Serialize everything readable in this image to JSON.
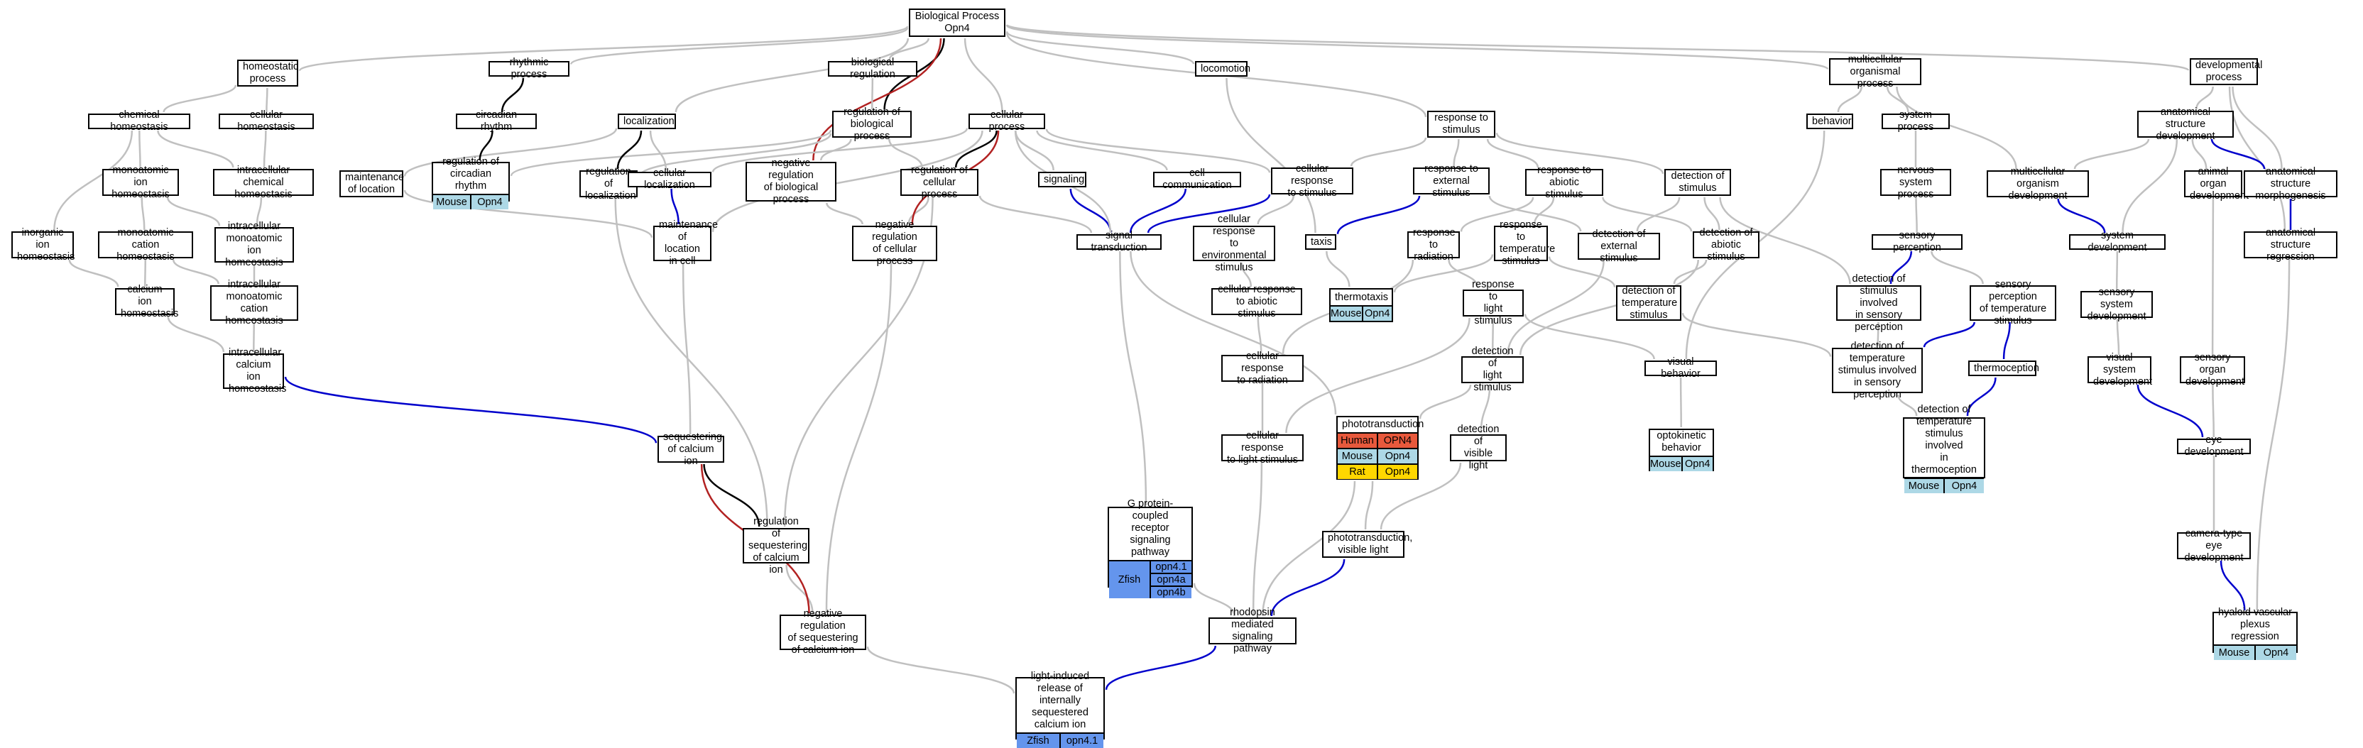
{
  "colors": {
    "is_a": "#c0c0c0",
    "part_of": "#000000",
    "positively_regulates": "#0000cc",
    "negatively_regulates": "#b22222",
    "mouse": "#add8e6",
    "human": "#e8593c",
    "rat": "#ffd700",
    "zfish": "#6495ed"
  },
  "nodes": [
    {
      "id": "bp",
      "label": "Biological Process\nOpn4"
    },
    {
      "id": "homeostatic",
      "label": "homeostatic\nprocess"
    },
    {
      "id": "rhythmic",
      "label": "rhythmic process"
    },
    {
      "id": "bioreg",
      "label": "biological regulation"
    },
    {
      "id": "locomotion",
      "label": "locomotion"
    },
    {
      "id": "multicell",
      "label": "multicellular\norganismal process"
    },
    {
      "id": "devproc",
      "label": "developmental\nprocess"
    },
    {
      "id": "chemhomeo",
      "label": "chemical homeostasis"
    },
    {
      "id": "cellhomeo",
      "label": "cellular homeostasis"
    },
    {
      "id": "circadian",
      "label": "circadian rhythm"
    },
    {
      "id": "localization",
      "label": "localization"
    },
    {
      "id": "regbio",
      "label": "regulation of\nbiological process"
    },
    {
      "id": "cellproc",
      "label": "cellular process"
    },
    {
      "id": "respstim",
      "label": "response to\nstimulus"
    },
    {
      "id": "behavior",
      "label": "behavior"
    },
    {
      "id": "sysproc",
      "label": "system process"
    },
    {
      "id": "asdev",
      "label": "anatomical structure\ndevelopment"
    },
    {
      "id": "monoionhomeo",
      "label": "monoatomic ion\nhomeostasis"
    },
    {
      "id": "intrachem",
      "label": "intracellular\nchemical homeostasis"
    },
    {
      "id": "maintloc",
      "label": "maintenance\nof location"
    },
    {
      "id": "regcirc",
      "label": "regulation of\ncircadian rhythm",
      "species": [
        [
          "Mouse",
          "Opn4",
          "mouse"
        ]
      ]
    },
    {
      "id": "regloc",
      "label": "regulation of\nlocalization"
    },
    {
      "id": "cellloc",
      "label": "cellular localization"
    },
    {
      "id": "negregbio",
      "label": "negative regulation\nof biological\nprocess"
    },
    {
      "id": "regcell",
      "label": "regulation of\ncellular process"
    },
    {
      "id": "signaling",
      "label": "signaling"
    },
    {
      "id": "cellcomm",
      "label": "cell communication"
    },
    {
      "id": "cellresp",
      "label": "cellular response\nto stimulus"
    },
    {
      "id": "respext",
      "label": "response to\nexternal stimulus"
    },
    {
      "id": "respabio",
      "label": "response to\nabiotic stimulus"
    },
    {
      "id": "detstim",
      "label": "detection of\nstimulus"
    },
    {
      "id": "nervsys",
      "label": "nervous system\nprocess"
    },
    {
      "id": "multidev",
      "label": "multicellular\norganism development"
    },
    {
      "id": "animorg",
      "label": "animal organ\ndevelopment"
    },
    {
      "id": "asmorph",
      "label": "anatomical structure\nmorphogenesis"
    },
    {
      "id": "inorgion",
      "label": "inorganic ion\nhomeostasis"
    },
    {
      "id": "monocat",
      "label": "monoatomic cation\nhomeostasis"
    },
    {
      "id": "intramonoion",
      "label": "intracellular\nmonoatomic ion\nhomeostasis"
    },
    {
      "id": "maintloccell",
      "label": "maintenance\nof location\nin cell"
    },
    {
      "id": "negregcell",
      "label": "negative regulation\nof cellular\nprocess"
    },
    {
      "id": "sigtrans",
      "label": "signal transduction"
    },
    {
      "id": "cellrespenv",
      "label": "cellular response\nto environmental\nstimulus"
    },
    {
      "id": "taxis",
      "label": "taxis"
    },
    {
      "id": "resprad",
      "label": "response to\nradiation"
    },
    {
      "id": "resptemp",
      "label": "response to\ntemperature\nstimulus"
    },
    {
      "id": "detext",
      "label": "detection of\nexternal stimulus"
    },
    {
      "id": "detabio",
      "label": "detection of\nabiotic stimulus"
    },
    {
      "id": "sensperc",
      "label": "sensory perception"
    },
    {
      "id": "sysdev",
      "label": "system development"
    },
    {
      "id": "asregress",
      "label": "anatomical structure\nregression"
    },
    {
      "id": "caionhomeo",
      "label": "calcium ion\nhomeostasis"
    },
    {
      "id": "intramonocat",
      "label": "intracellular\nmonoatomic cation\nhomeostasis"
    },
    {
      "id": "cellrespabio",
      "label": "cellular response\nto abiotic stimulus"
    },
    {
      "id": "thermotaxis",
      "label": "thermotaxis",
      "species": [
        [
          "Mouse",
          "Opn4",
          "mouse"
        ]
      ]
    },
    {
      "id": "resplight",
      "label": "response to\nlight stimulus"
    },
    {
      "id": "dettemp",
      "label": "detection of\ntemperature\nstimulus"
    },
    {
      "id": "detsens",
      "label": "detection of\nstimulus involved\nin sensory perception"
    },
    {
      "id": "sensperctemp",
      "label": "sensory perception\nof temperature\nstimulus"
    },
    {
      "id": "senssysdev",
      "label": "sensory system\ndevelopment"
    },
    {
      "id": "intracaion",
      "label": "intracellular\ncalcium ion\nhomeostasis"
    },
    {
      "id": "cellresprad",
      "label": "cellular response\nto radiation"
    },
    {
      "id": "detlight",
      "label": "detection of\nlight stimulus"
    },
    {
      "id": "visbeh",
      "label": "visual behavior"
    },
    {
      "id": "dettempsens",
      "label": "detection of\ntemperature\nstimulus involved\nin sensory perception"
    },
    {
      "id": "thermoception",
      "label": "thermoception"
    },
    {
      "id": "vissysdev",
      "label": "visual system\ndevelopment"
    },
    {
      "id": "sensorgdev",
      "label": "sensory organ\ndevelopment"
    },
    {
      "id": "phototrans",
      "label": "phototransduction",
      "species": [
        [
          "Human",
          "OPN4",
          "human"
        ],
        [
          "Mouse",
          "Opn4",
          "mouse"
        ],
        [
          "Rat",
          "Opn4",
          "rat"
        ]
      ]
    },
    {
      "id": "seqca",
      "label": "sequestering\nof calcium ion"
    },
    {
      "id": "cellresplight",
      "label": "cellular response\nto light stimulus"
    },
    {
      "id": "detvis",
      "label": "detection of\nvisible light"
    },
    {
      "id": "optokin",
      "label": "optokinetic\nbehavior",
      "species": [
        [
          "Mouse",
          "Opn4",
          "mouse"
        ]
      ]
    },
    {
      "id": "dettempthermo",
      "label": "detection of\ntemperature\nstimulus involved\nin thermoception",
      "species": [
        [
          "Mouse",
          "Opn4",
          "mouse"
        ]
      ]
    },
    {
      "id": "eyedev",
      "label": "eye development"
    },
    {
      "id": "gpcr",
      "label": "G protein-coupled\nreceptor signaling\npathway",
      "zfish": {
        "species": "Zfish",
        "genes": [
          "opn4.1",
          "opn4a",
          "opn4b"
        ]
      }
    },
    {
      "id": "regseqca",
      "label": "regulation of\nsequestering\nof calcium ion"
    },
    {
      "id": "phototransvis",
      "label": "phototransduction,\nvisible light"
    },
    {
      "id": "cameye",
      "label": "camera-type\neye development"
    },
    {
      "id": "negregseqca",
      "label": "negative regulation\nof sequestering\nof calcium ion"
    },
    {
      "id": "rhodopsin",
      "label": "rhodopsin mediated\nsignaling pathway"
    },
    {
      "id": "hyaloid",
      "label": "hyaloid vascular\nplexus regression",
      "species": [
        [
          "Mouse",
          "Opn4",
          "mouse"
        ]
      ]
    },
    {
      "id": "lightca",
      "label": "light-induced\nrelease of internally\nsequestered\ncalcium ion",
      "species": [
        [
          "Zfish",
          "opn4.1",
          "zfish"
        ]
      ]
    }
  ],
  "edges": [
    [
      "homeostatic",
      "bp",
      "is_a"
    ],
    [
      "rhythmic",
      "bp",
      "is_a"
    ],
    [
      "bioreg",
      "bp",
      "is_a"
    ],
    [
      "locomotion",
      "bp",
      "is_a"
    ],
    [
      "multicell",
      "bp",
      "is_a"
    ],
    [
      "devproc",
      "bp",
      "is_a"
    ],
    [
      "localization",
      "bp",
      "is_a"
    ],
    [
      "cellproc",
      "bp",
      "is_a"
    ],
    [
      "respstim",
      "bp",
      "is_a"
    ],
    [
      "regbio",
      "bp",
      "part_of"
    ],
    [
      "negregbio",
      "bp",
      "negatively_regulates"
    ],
    [
      "chemhomeo",
      "homeostatic",
      "is_a"
    ],
    [
      "cellhomeo",
      "homeostatic",
      "is_a"
    ],
    [
      "circadian",
      "rhythmic",
      "part_of"
    ],
    [
      "regbio",
      "bioreg",
      "is_a"
    ],
    [
      "behavior",
      "multicell",
      "is_a"
    ],
    [
      "sysproc",
      "multicell",
      "is_a"
    ],
    [
      "multidev",
      "multicell",
      "is_a"
    ],
    [
      "asdev",
      "devproc",
      "is_a"
    ],
    [
      "asmorph",
      "devproc",
      "is_a"
    ],
    [
      "asregress",
      "devproc",
      "is_a"
    ],
    [
      "monoionhomeo",
      "chemhomeo",
      "is_a"
    ],
    [
      "intrachem",
      "chemhomeo",
      "is_a"
    ],
    [
      "intrachem",
      "cellhomeo",
      "is_a"
    ],
    [
      "inorgion",
      "chemhomeo",
      "is_a"
    ],
    [
      "maintloc",
      "localization",
      "is_a"
    ],
    [
      "regcirc",
      "circadian",
      "part_of"
    ],
    [
      "regcirc",
      "regbio",
      "is_a"
    ],
    [
      "regloc",
      "localization",
      "part_of"
    ],
    [
      "regloc",
      "regbio",
      "is_a"
    ],
    [
      "cellloc",
      "localization",
      "is_a"
    ],
    [
      "cellloc",
      "cellproc",
      "is_a"
    ],
    [
      "negregbio",
      "regbio",
      "is_a"
    ],
    [
      "regcell",
      "cellproc",
      "part_of"
    ],
    [
      "regcell",
      "regbio",
      "is_a"
    ],
    [
      "signaling",
      "cellproc",
      "is_a"
    ],
    [
      "cellcomm",
      "cellproc",
      "is_a"
    ],
    [
      "cellresp",
      "respstim",
      "is_a"
    ],
    [
      "cellresp",
      "cellproc",
      "is_a"
    ],
    [
      "respext",
      "respstim",
      "is_a"
    ],
    [
      "respabio",
      "respstim",
      "is_a"
    ],
    [
      "detstim",
      "respstim",
      "is_a"
    ],
    [
      "nervsys",
      "sysproc",
      "is_a"
    ],
    [
      "multidev",
      "asdev",
      "is_a"
    ],
    [
      "animorg",
      "asdev",
      "is_a"
    ],
    [
      "asmorph",
      "asdev",
      "positively_regulates"
    ],
    [
      "monocat",
      "monoionhomeo",
      "is_a"
    ],
    [
      "intramonoion",
      "intrachem",
      "is_a"
    ],
    [
      "intramonoion",
      "monoionhomeo",
      "is_a"
    ],
    [
      "maintloccell",
      "maintloc",
      "is_a"
    ],
    [
      "maintloccell",
      "cellloc",
      "positively_regulates"
    ],
    [
      "maintloccell",
      "cellproc",
      "is_a"
    ],
    [
      "negregcell",
      "regcell",
      "is_a"
    ],
    [
      "negregcell",
      "negregbio",
      "is_a"
    ],
    [
      "negregcell",
      "cellproc",
      "negatively_regulates"
    ],
    [
      "sigtrans",
      "signaling",
      "positively_regulates"
    ],
    [
      "sigtrans",
      "cellcomm",
      "positively_regulates"
    ],
    [
      "sigtrans",
      "cellresp",
      "positively_regulates"
    ],
    [
      "sigtrans",
      "regcell",
      "is_a"
    ],
    [
      "sigtrans",
      "cellproc",
      "is_a"
    ],
    [
      "cellrespenv",
      "cellresp",
      "is_a"
    ],
    [
      "taxis",
      "respext",
      "positively_regulates"
    ],
    [
      "taxis",
      "locomotion",
      "is_a"
    ],
    [
      "resprad",
      "respabio",
      "is_a"
    ],
    [
      "resptemp",
      "respabio",
      "is_a"
    ],
    [
      "detext",
      "detstim",
      "is_a"
    ],
    [
      "detext",
      "respext",
      "is_a"
    ],
    [
      "detabio",
      "detstim",
      "is_a"
    ],
    [
      "detabio",
      "respabio",
      "is_a"
    ],
    [
      "sensperc",
      "nervsys",
      "is_a"
    ],
    [
      "sysdev",
      "multidev",
      "positively_regulates"
    ],
    [
      "sysdev",
      "asdev",
      "is_a"
    ],
    [
      "asregress",
      "asmorph",
      "positively_regulates"
    ],
    [
      "caionhomeo",
      "monocat",
      "is_a"
    ],
    [
      "caionhomeo",
      "inorgion",
      "is_a"
    ],
    [
      "intramonocat",
      "intramonoion",
      "is_a"
    ],
    [
      "intramonocat",
      "monocat",
      "is_a"
    ],
    [
      "cellrespabio",
      "cellrespenv",
      "is_a"
    ],
    [
      "thermotaxis",
      "taxis",
      "is_a"
    ],
    [
      "thermotaxis",
      "resptemp",
      "is_a"
    ],
    [
      "resplight",
      "resprad",
      "is_a"
    ],
    [
      "dettemp",
      "detabio",
      "is_a"
    ],
    [
      "dettemp",
      "resptemp",
      "is_a"
    ],
    [
      "detsens",
      "sensperc",
      "positively_regulates"
    ],
    [
      "detsens",
      "detstim",
      "is_a"
    ],
    [
      "sensperctemp",
      "sensperc",
      "is_a"
    ],
    [
      "senssysdev",
      "sysdev",
      "is_a"
    ],
    [
      "intracaion",
      "caionhomeo",
      "is_a"
    ],
    [
      "intracaion",
      "intramonocat",
      "is_a"
    ],
    [
      "cellresprad",
      "cellrespabio",
      "is_a"
    ],
    [
      "cellresprad",
      "resprad",
      "is_a"
    ],
    [
      "detlight",
      "resplight",
      "is_a"
    ],
    [
      "detlight",
      "detext",
      "is_a"
    ],
    [
      "detlight",
      "detabio",
      "is_a"
    ],
    [
      "visbeh",
      "behavior",
      "is_a"
    ],
    [
      "visbeh",
      "resplight",
      "is_a"
    ],
    [
      "dettempsens",
      "detsens",
      "is_a"
    ],
    [
      "dettempsens",
      "dettemp",
      "is_a"
    ],
    [
      "dettempsens",
      "sensperctemp",
      "positively_regulates"
    ],
    [
      "thermoception",
      "sensperctemp",
      "positively_regulates"
    ],
    [
      "vissysdev",
      "senssysdev",
      "is_a"
    ],
    [
      "sensorgdev",
      "animorg",
      "is_a"
    ],
    [
      "phototrans",
      "sigtrans",
      "is_a"
    ],
    [
      "phototrans",
      "detlight",
      "is_a"
    ],
    [
      "seqca",
      "intracaion",
      "positively_regulates"
    ],
    [
      "seqca",
      "maintloccell",
      "is_a"
    ],
    [
      "cellresplight",
      "cellresprad",
      "is_a"
    ],
    [
      "cellresplight",
      "resplight",
      "is_a"
    ],
    [
      "detvis",
      "detlight",
      "is_a"
    ],
    [
      "optokin",
      "visbeh",
      "is_a"
    ],
    [
      "dettempthermo",
      "dettempsens",
      "is_a"
    ],
    [
      "dettempthermo",
      "thermoception",
      "positively_regulates"
    ],
    [
      "eyedev",
      "vissysdev",
      "positively_regulates"
    ],
    [
      "eyedev",
      "sensorgdev",
      "is_a"
    ],
    [
      "gpcr",
      "sigtrans",
      "is_a"
    ],
    [
      "regseqca",
      "seqca",
      "part_of"
    ],
    [
      "regseqca",
      "regcell",
      "is_a"
    ],
    [
      "regseqca",
      "regloc",
      "is_a"
    ],
    [
      "phototransvis",
      "phototrans",
      "is_a"
    ],
    [
      "phototransvis",
      "detvis",
      "is_a"
    ],
    [
      "cameye",
      "eyedev",
      "is_a"
    ],
    [
      "negregseqca",
      "regseqca",
      "is_a"
    ],
    [
      "negregseqca",
      "seqca",
      "negatively_regulates"
    ],
    [
      "negregseqca",
      "negregcell",
      "is_a"
    ],
    [
      "rhodopsin",
      "phototransvis",
      "positively_regulates"
    ],
    [
      "rhodopsin",
      "gpcr",
      "is_a"
    ],
    [
      "rhodopsin",
      "cellresplight",
      "is_a"
    ],
    [
      "rhodopsin",
      "phototrans",
      "is_a"
    ],
    [
      "hyaloid",
      "cameye",
      "positively_regulates"
    ],
    [
      "hyaloid",
      "asregress",
      "is_a"
    ],
    [
      "lightca",
      "rhodopsin",
      "positively_regulates"
    ],
    [
      "lightca",
      "negregseqca",
      "is_a"
    ]
  ]
}
